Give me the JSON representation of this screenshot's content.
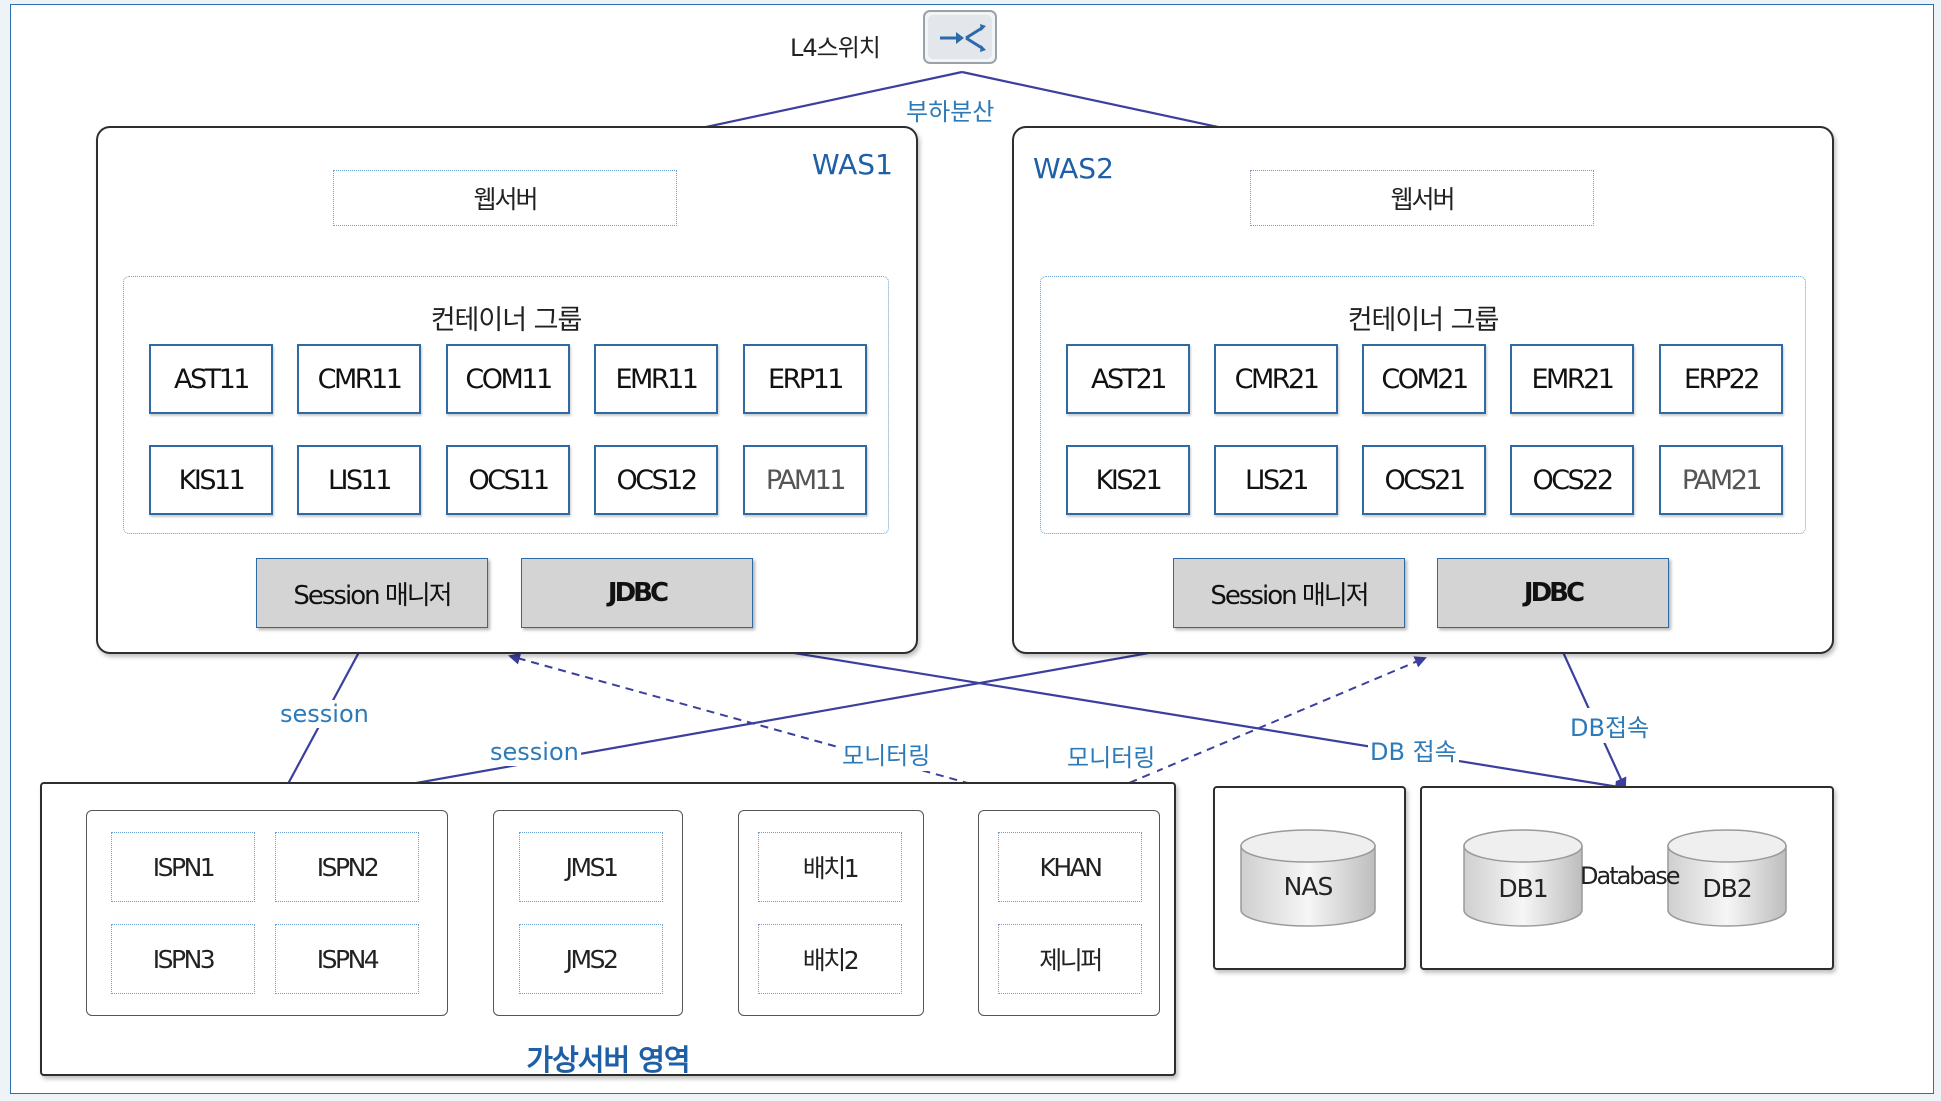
{
  "l4": {
    "label": "L4스위치",
    "balance": "부하분산"
  },
  "was": [
    {
      "title": "WAS1",
      "webserver": "웹서버",
      "group_title": "컨테이너 그룹",
      "row1": [
        "AST11",
        "CMR11",
        "COM11",
        "EMR11",
        "ERP11"
      ],
      "row2": [
        "KIS11",
        "LIS11",
        "OCS11",
        "OCS12",
        "PAM11"
      ],
      "session": "Session 매니저",
      "jdbc": "JDBC"
    },
    {
      "title": "WAS2",
      "webserver": "웹서버",
      "group_title": "컨테이너 그룹",
      "row1": [
        "AST21",
        "CMR21",
        "COM21",
        "EMR21",
        "ERP22"
      ],
      "row2": [
        "KIS21",
        "LIS21",
        "OCS21",
        "OCS22",
        "PAM21"
      ],
      "session": "Session 매니저",
      "jdbc": "JDBC"
    }
  ],
  "edge_labels": {
    "session1": "session",
    "session2": "session",
    "monitor1": "모니터링",
    "monitor2": "모니터링",
    "db1": "DB 접속",
    "db2": "DB접속"
  },
  "virtual": {
    "title": "가상서버 영역",
    "ispn": [
      "ISPN1",
      "ISPN2",
      "ISPN3",
      "ISPN4"
    ],
    "jms": [
      "JMS1",
      "JMS2"
    ],
    "batch": [
      "배치1",
      "배치2"
    ],
    "khan": [
      "KHAN",
      "제니퍼"
    ]
  },
  "storage": {
    "nas": "NAS",
    "db1": "DB1",
    "db2": "DB2",
    "database": "Database"
  },
  "colors": {
    "line": "#3b3f9e",
    "accent": "#1f5fa6",
    "label": "#2d7ab8"
  }
}
